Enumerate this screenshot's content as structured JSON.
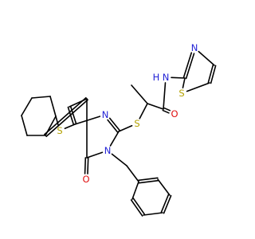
{
  "colors": {
    "bond": "#000000",
    "S": "#b3a100",
    "N": "#2323d6",
    "O": "#e01010",
    "background": "#ffffff"
  },
  "molecule": {
    "atoms": {
      "s_thiophene": {
        "symbol": "S",
        "display": "S",
        "element": "S"
      },
      "s_thioether": {
        "symbol": "S",
        "display": "S",
        "element": "S"
      },
      "s_thiazole": {
        "symbol": "S",
        "display": "S",
        "element": "S"
      },
      "n_pyrimidine": {
        "symbol": "N",
        "display": "N",
        "element": "N"
      },
      "n_ring": {
        "symbol": "N",
        "display": "N",
        "element": "N"
      },
      "n_amide": {
        "symbol": "N",
        "display": "N",
        "element": "N"
      },
      "h_amide": {
        "symbol": "H",
        "display": "H",
        "element": "N"
      },
      "n_thiazole": {
        "symbol": "N",
        "display": "N",
        "element": "N"
      },
      "o_ring": {
        "symbol": "O",
        "display": "O",
        "element": "O"
      },
      "o_amide": {
        "symbol": "O",
        "display": "O",
        "element": "O"
      }
    }
  }
}
